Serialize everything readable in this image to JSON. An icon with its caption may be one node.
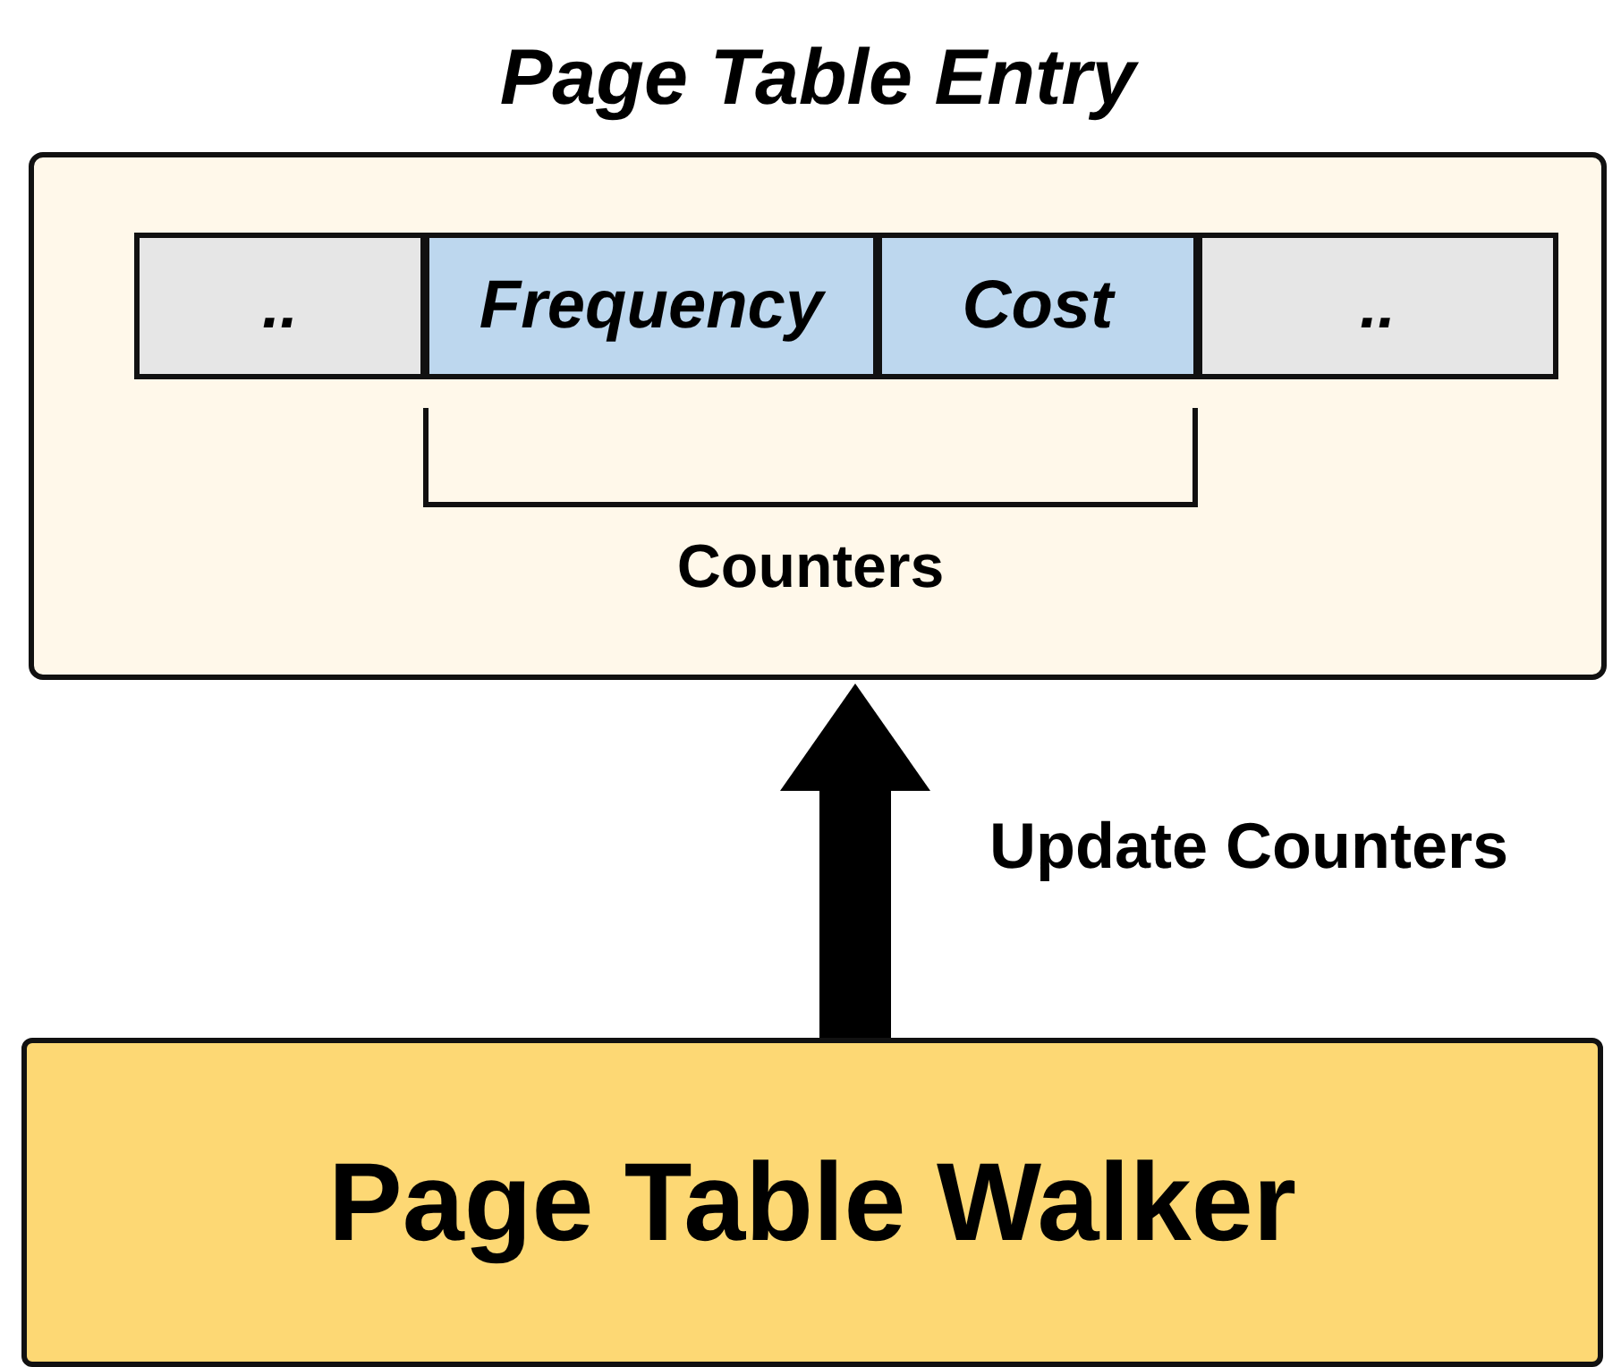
{
  "diagram": {
    "nodes": [
      {
        "text": [
          "Page Table Entry"
        ]
      },
      {
        "text": [
          ".."
        ],
        "in": 0
      },
      {
        "text": [
          "Frequency"
        ],
        "in": 0
      },
      {
        "text": [
          "Cost"
        ],
        "in": 0
      },
      {
        "text": [
          ".."
        ],
        "in": 0
      },
      {
        "text": [
          "Page Table Walker"
        ]
      }
    ],
    "edges": [
      {
        "from": 5,
        "to": 0,
        "arrow": "to",
        "label": "Update Counters"
      }
    ],
    "labels": [
      "Counters"
    ]
  }
}
